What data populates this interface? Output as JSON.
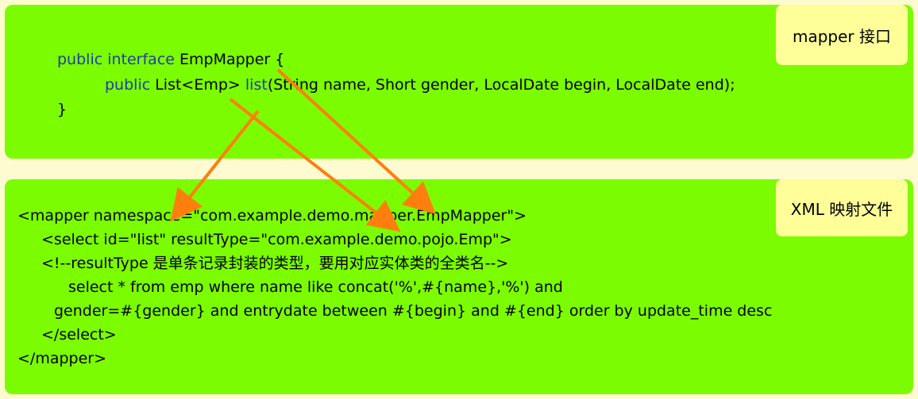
{
  "interface_panel": {
    "tag": "mapper 接口",
    "line1": {
      "kw1": "public",
      "kw2": "interface",
      "name": "EmpMapper",
      "brace": "{"
    },
    "line2": {
      "kw": "public",
      "type": "List<Emp>",
      "method": "list",
      "params": "(String name, Short gender, LocalDate begin, LocalDate end);"
    },
    "line3": "}"
  },
  "xml_panel": {
    "tag": "XML 映射文件",
    "lines": [
      "<mapper namespace=\"com.example.demo.mapper.EmpMapper\">",
      "<select id=\"list\" resultType=\"com.example.demo.pojo.Emp\">",
      "<!--resultType 是单条记录封装的类型，要用对应实体类的全类名-->",
      "select * from emp where name like concat('%',#{name},'%') and",
      "gender=#{gender} and entrydate between #{begin} and #{end} order by update_time desc",
      "</select>",
      "</mapper>"
    ]
  },
  "colors": {
    "panel": "#7cfc00",
    "tag": "#ffff99",
    "background": "#fffbd0",
    "arrow": "#ff7f0e",
    "keyword": "#1a3ea8"
  }
}
